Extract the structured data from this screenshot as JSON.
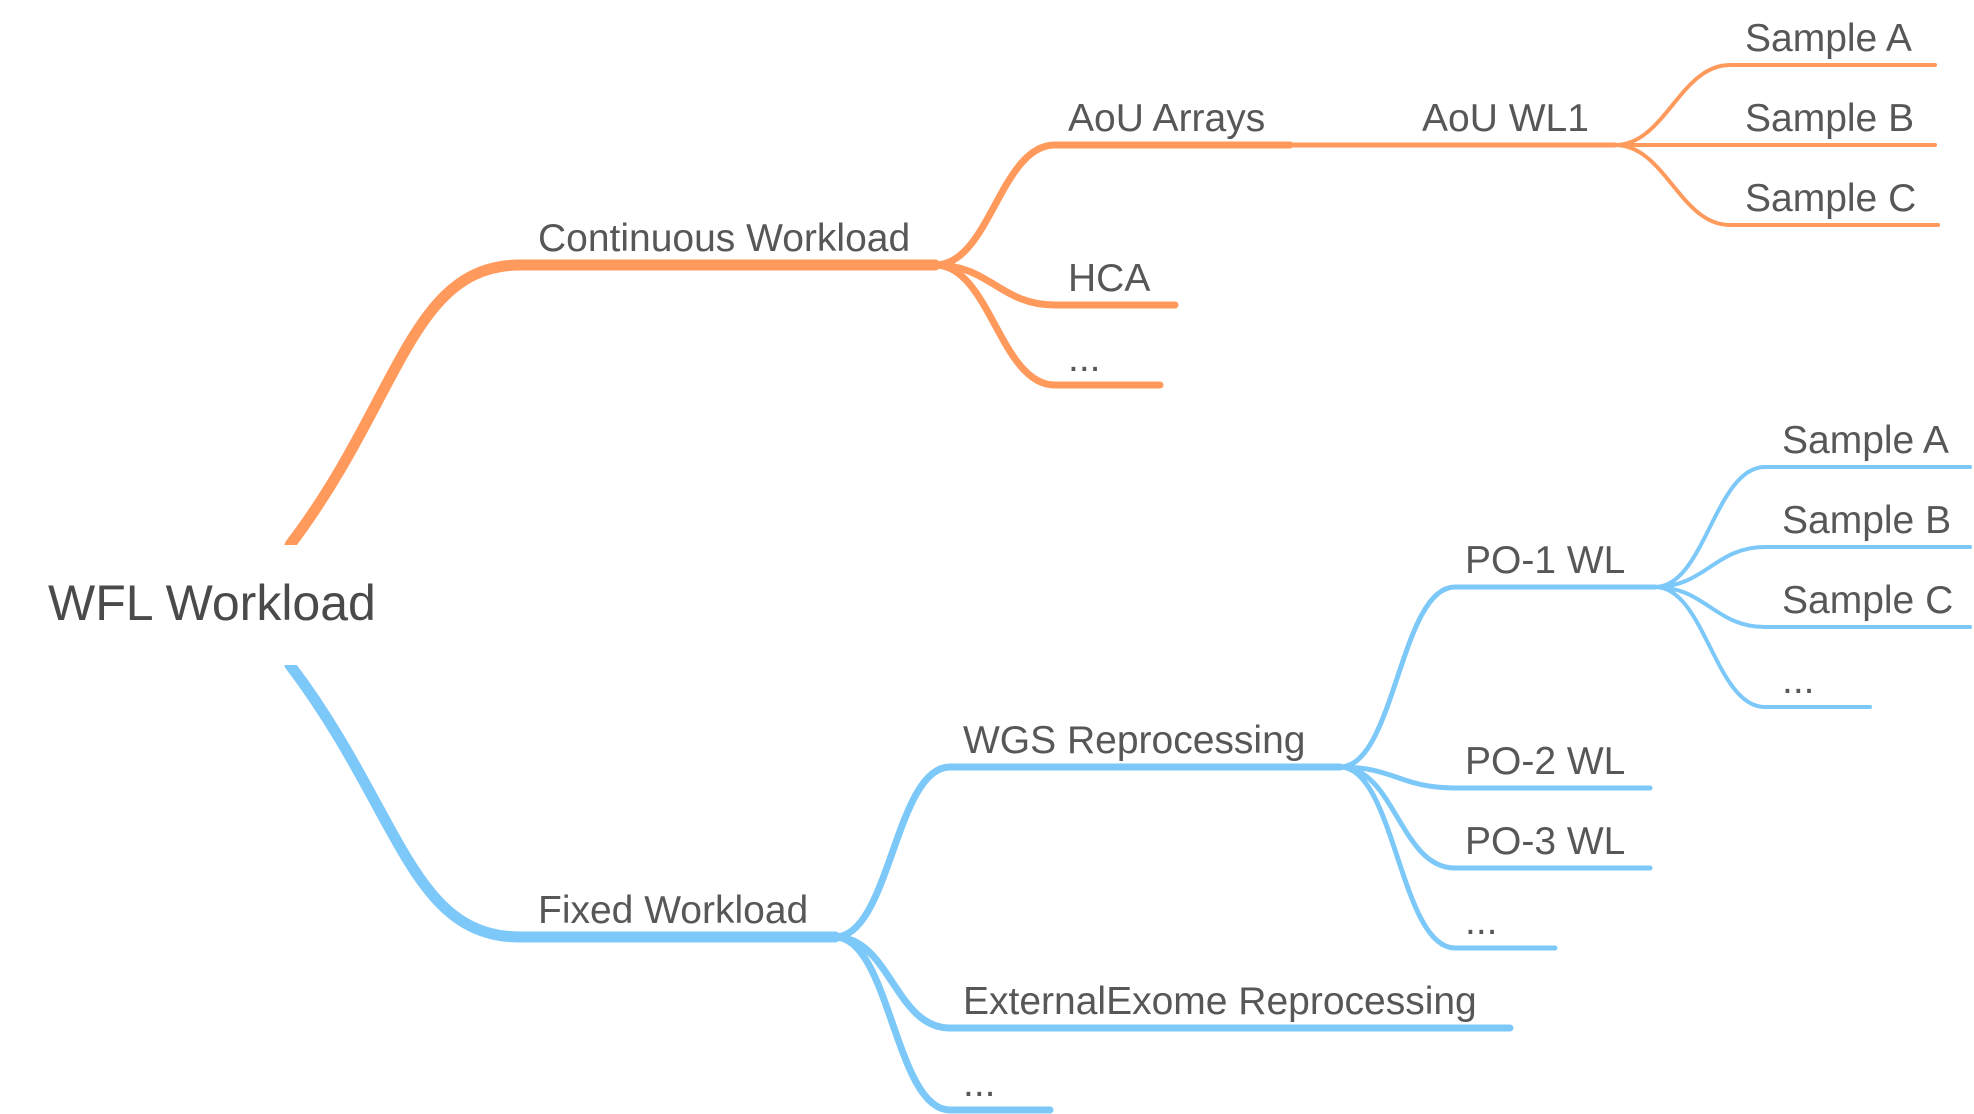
{
  "colors": {
    "orange": "#FF9A5C",
    "blue": "#7CC8F8",
    "text": "#575757"
  },
  "root": {
    "label": "WFL Workload"
  },
  "branches": {
    "continuous": {
      "label": "Continuous Workload",
      "aou_arrays": {
        "label": "AoU Arrays",
        "aou_wl1": {
          "label": "AoU WL1",
          "samples": [
            "Sample A",
            "Sample B",
            "Sample C"
          ]
        }
      },
      "hca": {
        "label": "HCA"
      },
      "more": {
        "label": "..."
      }
    },
    "fixed": {
      "label": "Fixed Workload",
      "wgs": {
        "label": "WGS Reprocessing",
        "po1": {
          "label": "PO-1 WL",
          "samples": [
            "Sample A",
            "Sample B",
            "Sample C",
            "..."
          ]
        },
        "po2": {
          "label": "PO-2 WL"
        },
        "po3": {
          "label": "PO-3 WL"
        },
        "more": {
          "label": "..."
        }
      },
      "external_exome": {
        "label": "ExternalExome Reprocessing"
      },
      "more": {
        "label": "..."
      }
    }
  }
}
